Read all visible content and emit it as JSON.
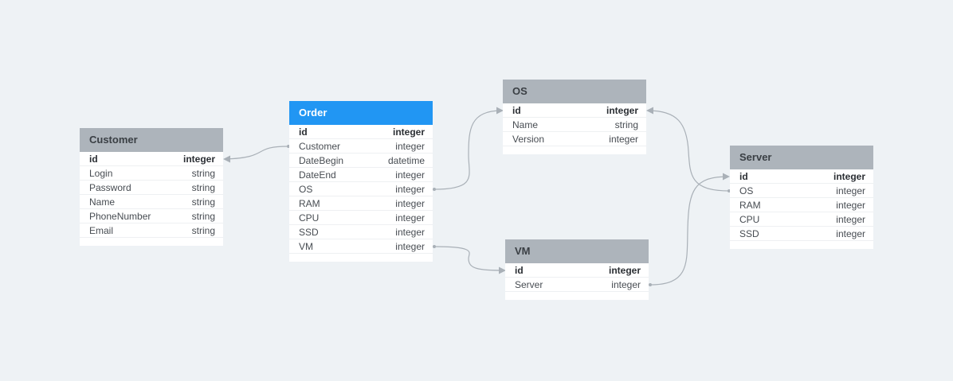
{
  "tables": {
    "customer": {
      "name": "Customer",
      "fields": [
        {
          "name": "id",
          "type": "integer"
        },
        {
          "name": "Login",
          "type": "string"
        },
        {
          "name": "Password",
          "type": "string"
        },
        {
          "name": "Name",
          "type": "string"
        },
        {
          "name": "PhoneNumber",
          "type": "string"
        },
        {
          "name": "Email",
          "type": "string"
        }
      ]
    },
    "order": {
      "name": "Order",
      "selected": true,
      "fields": [
        {
          "name": "id",
          "type": "integer"
        },
        {
          "name": "Customer",
          "type": "integer"
        },
        {
          "name": "DateBegin",
          "type": "datetime"
        },
        {
          "name": "DateEnd",
          "type": "integer"
        },
        {
          "name": "OS",
          "type": "integer"
        },
        {
          "name": "RAM",
          "type": "integer"
        },
        {
          "name": "CPU",
          "type": "integer"
        },
        {
          "name": "SSD",
          "type": "integer"
        },
        {
          "name": "VM",
          "type": "integer"
        }
      ]
    },
    "os": {
      "name": "OS",
      "fields": [
        {
          "name": "id",
          "type": "integer"
        },
        {
          "name": "Name",
          "type": "string"
        },
        {
          "name": "Version",
          "type": "integer"
        }
      ]
    },
    "vm": {
      "name": "VM",
      "fields": [
        {
          "name": "id",
          "type": "integer"
        },
        {
          "name": "Server",
          "type": "integer"
        }
      ]
    },
    "server": {
      "name": "Server",
      "fields": [
        {
          "name": "id",
          "type": "integer"
        },
        {
          "name": "OS",
          "type": "integer"
        },
        {
          "name": "RAM",
          "type": "integer"
        },
        {
          "name": "CPU",
          "type": "integer"
        },
        {
          "name": "SSD",
          "type": "integer"
        }
      ]
    }
  },
  "colors": {
    "background": "#eef2f5",
    "header": "#adb4bb",
    "selected_header": "#2196f3",
    "link": "#a9b0b7"
  }
}
